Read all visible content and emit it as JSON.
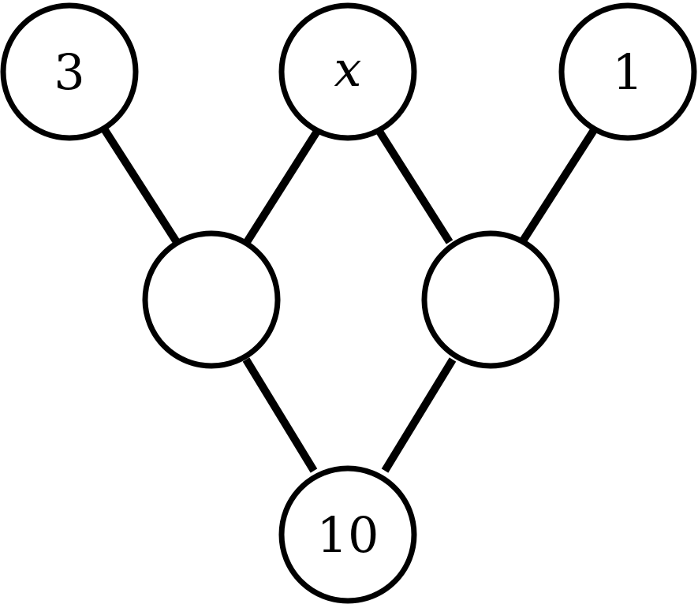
{
  "diagram": {
    "nodes": [
      {
        "id": "top-left",
        "label": "3"
      },
      {
        "id": "top-middle",
        "label": "x"
      },
      {
        "id": "top-right",
        "label": "1"
      },
      {
        "id": "middle-left",
        "label": ""
      },
      {
        "id": "middle-right",
        "label": ""
      },
      {
        "id": "bottom",
        "label": "10"
      }
    ],
    "edges": [
      {
        "from": "top-left",
        "to": "middle-left"
      },
      {
        "from": "top-middle",
        "to": "middle-left"
      },
      {
        "from": "top-middle",
        "to": "middle-right"
      },
      {
        "from": "top-right",
        "to": "middle-right"
      },
      {
        "from": "middle-left",
        "to": "bottom"
      },
      {
        "from": "middle-right",
        "to": "bottom"
      }
    ]
  }
}
